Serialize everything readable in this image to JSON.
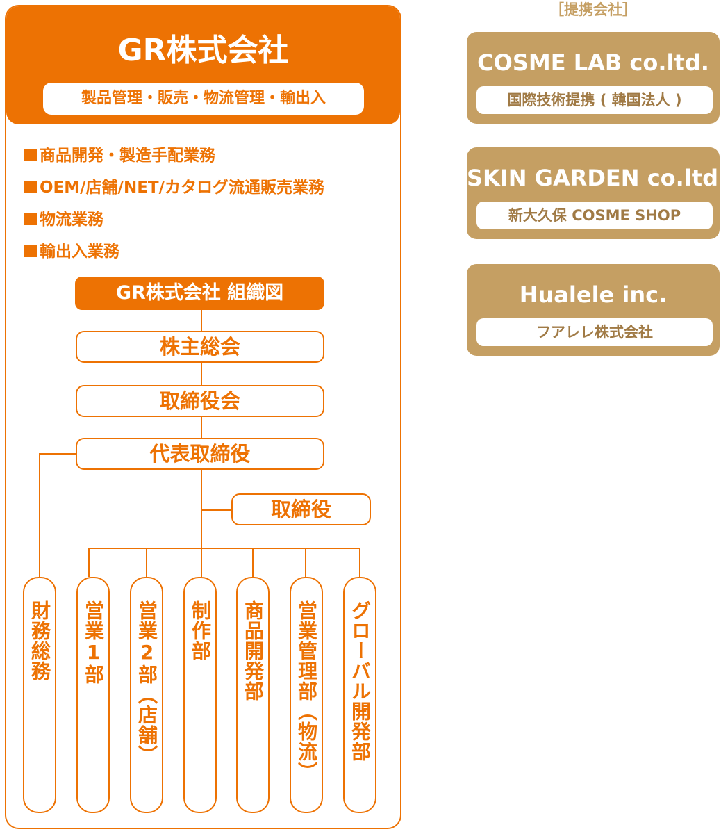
{
  "main": {
    "company_name": "GR株式会社",
    "tagline": "製品管理・販売・物流管理・輸出入",
    "business": [
      "商品開発・製造手配業務",
      "OEM/店舗/NET/カタログ流通販売業務",
      "物流業務",
      "輸出入業務"
    ]
  },
  "org": {
    "title": "GR株式会社 組織図",
    "shareholders": "株主総会",
    "board": "取締役会",
    "ceo": "代表取締役",
    "director": "取締役",
    "departments": [
      "財務総務",
      "営業1部",
      "営業2部（店舗）",
      "制作部",
      "商品開発部",
      "営業管理部（物流）",
      "グローバル開発部"
    ]
  },
  "partners": {
    "heading": "［提携会社］",
    "items": [
      {
        "name": "COSME LAB co.ltd.",
        "sub": "国際技術提携 ( 韓国法人 )"
      },
      {
        "name": "SKIN GARDEN co.ltd.",
        "sub": "新大久保 COSME SHOP"
      },
      {
        "name": "Hualele inc.",
        "sub": "フアレレ株式会社"
      }
    ]
  },
  "colors": {
    "primary": "#ED7203",
    "partner": "#C59F63",
    "partner_text": "#A07A45"
  }
}
